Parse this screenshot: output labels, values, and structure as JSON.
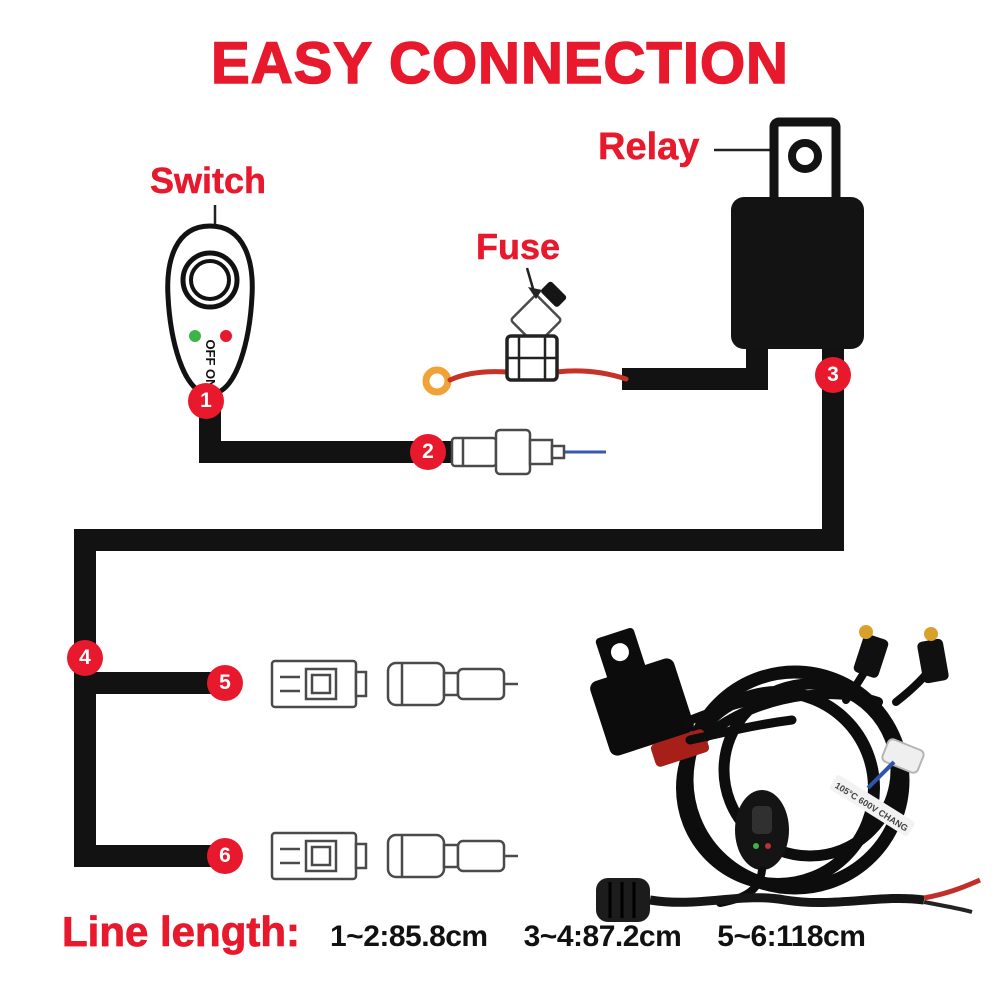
{
  "title": "EASY CONNECTION",
  "diagram": {
    "switch_label": "Switch",
    "relay_label": "Relay",
    "fuse_label": "Fuse",
    "switch_print": "OFF ON",
    "markers": [
      "1",
      "2",
      "3",
      "4",
      "5",
      "6"
    ]
  },
  "photo": {
    "cable_print": "105°C 600V CHANG"
  },
  "footer": {
    "label": "Line length:",
    "measurements": [
      "1~2:85.8cm",
      "3~4:87.2cm",
      "5~6:118cm"
    ]
  },
  "colors": {
    "accent_red": "#e8192c",
    "wire_black": "#121212",
    "fuse_wire_red": "#c63226",
    "ring_terminal_orange": "#f0a236",
    "led_green": "#3cb44a",
    "connector_outline_gray": "#4a4a4a"
  }
}
